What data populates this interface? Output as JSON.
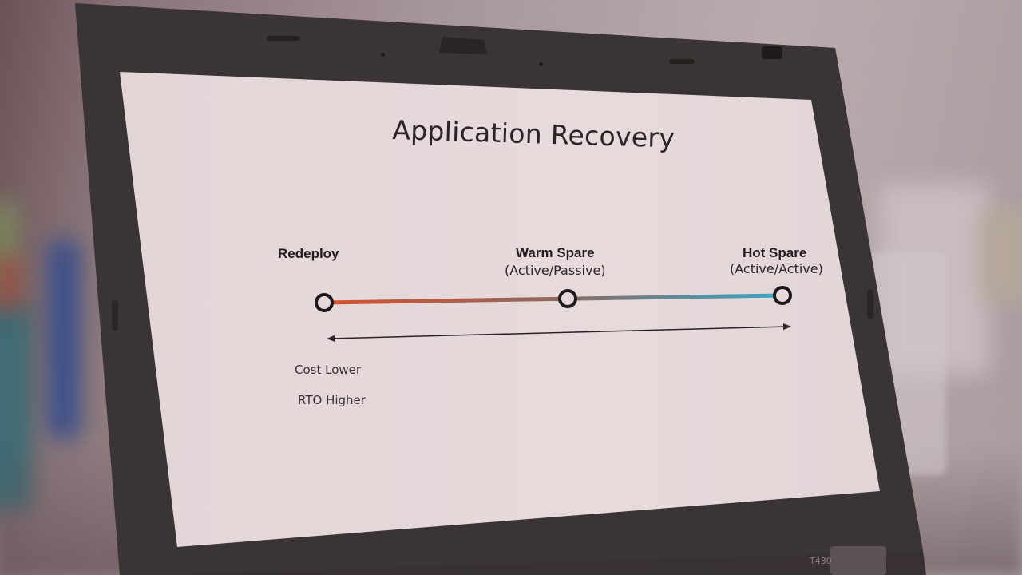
{
  "slide": {
    "title": "Application Recovery",
    "stages": [
      {
        "label": "Redeploy",
        "sub": ""
      },
      {
        "label": "Warm Spare",
        "sub": "(Active/Passive)"
      },
      {
        "label": "Hot Spare",
        "sub": "(Active/Active)"
      }
    ],
    "axis_labels": [
      "Cost Lower",
      "RTO Higher"
    ]
  },
  "laptop": {
    "model": "T430"
  },
  "colors": {
    "line_start": "#d9502e",
    "line_mid": "#8a6a62",
    "line_end": "#3aa6c7",
    "screen": "#e6d9da",
    "bezel": "#3b3436"
  }
}
